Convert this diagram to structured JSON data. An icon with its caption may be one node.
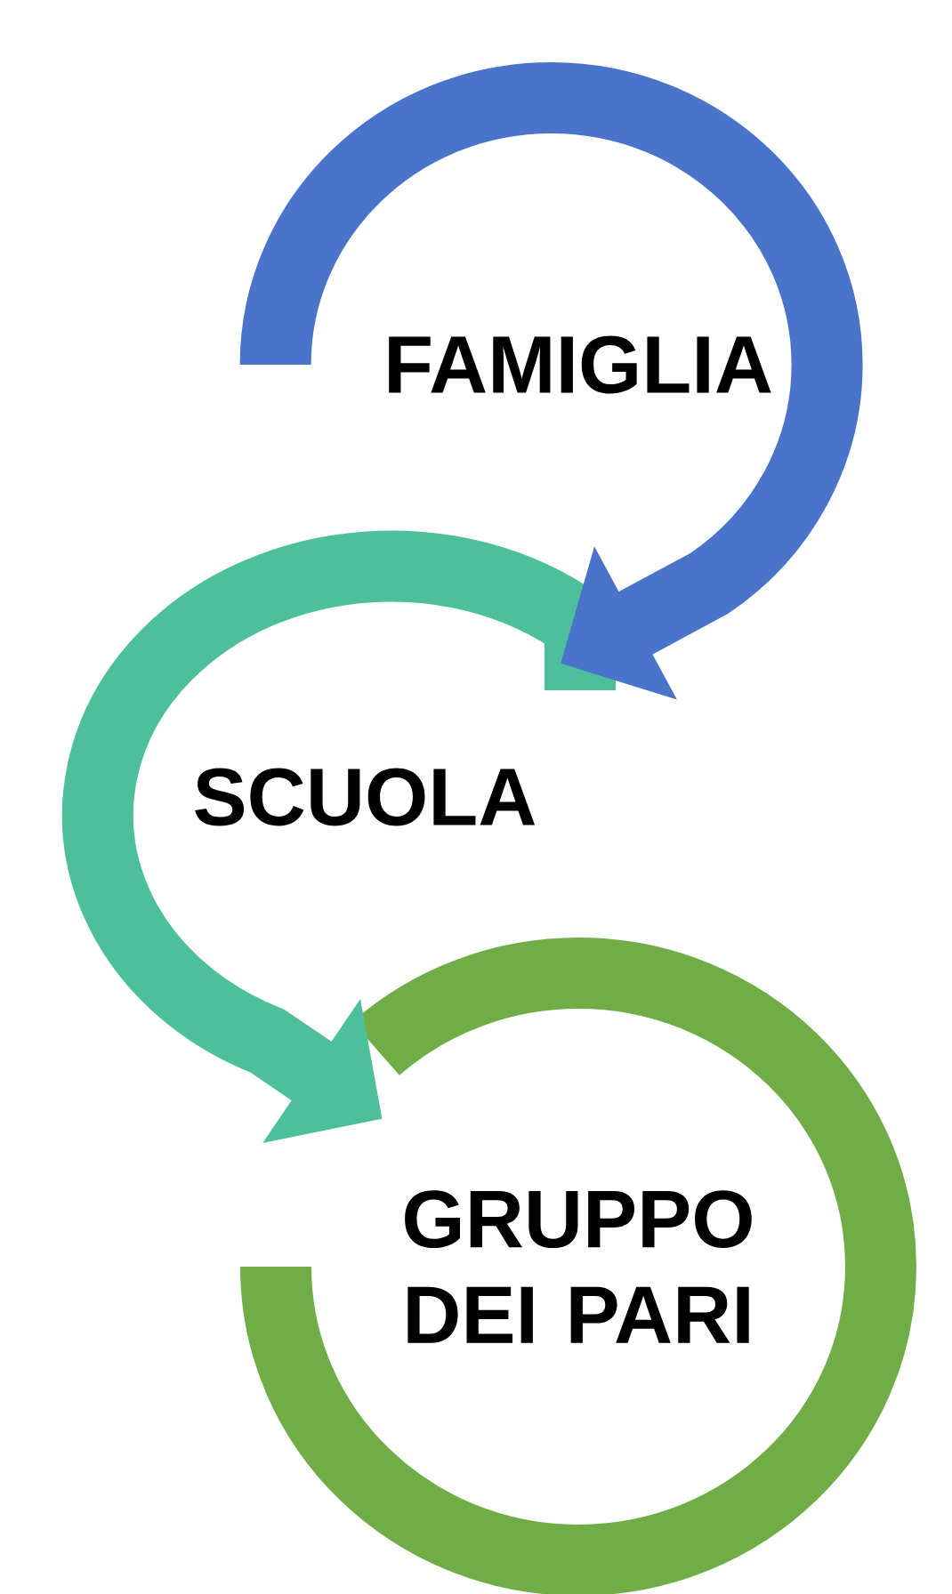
{
  "diagram": {
    "nodes": [
      {
        "text": [
          "FAMIGLIA"
        ]
      },
      {
        "text": [
          "SCUOLA"
        ]
      },
      {
        "text": [
          "GRUPPO DEI PARI"
        ]
      }
    ],
    "edges": [
      {
        "from": 0,
        "to": 1,
        "arrow": "to",
        "color": "#4a74c9"
      },
      {
        "from": 1,
        "to": 2,
        "arrow": "to",
        "color": "#4dbf9a"
      }
    ]
  }
}
